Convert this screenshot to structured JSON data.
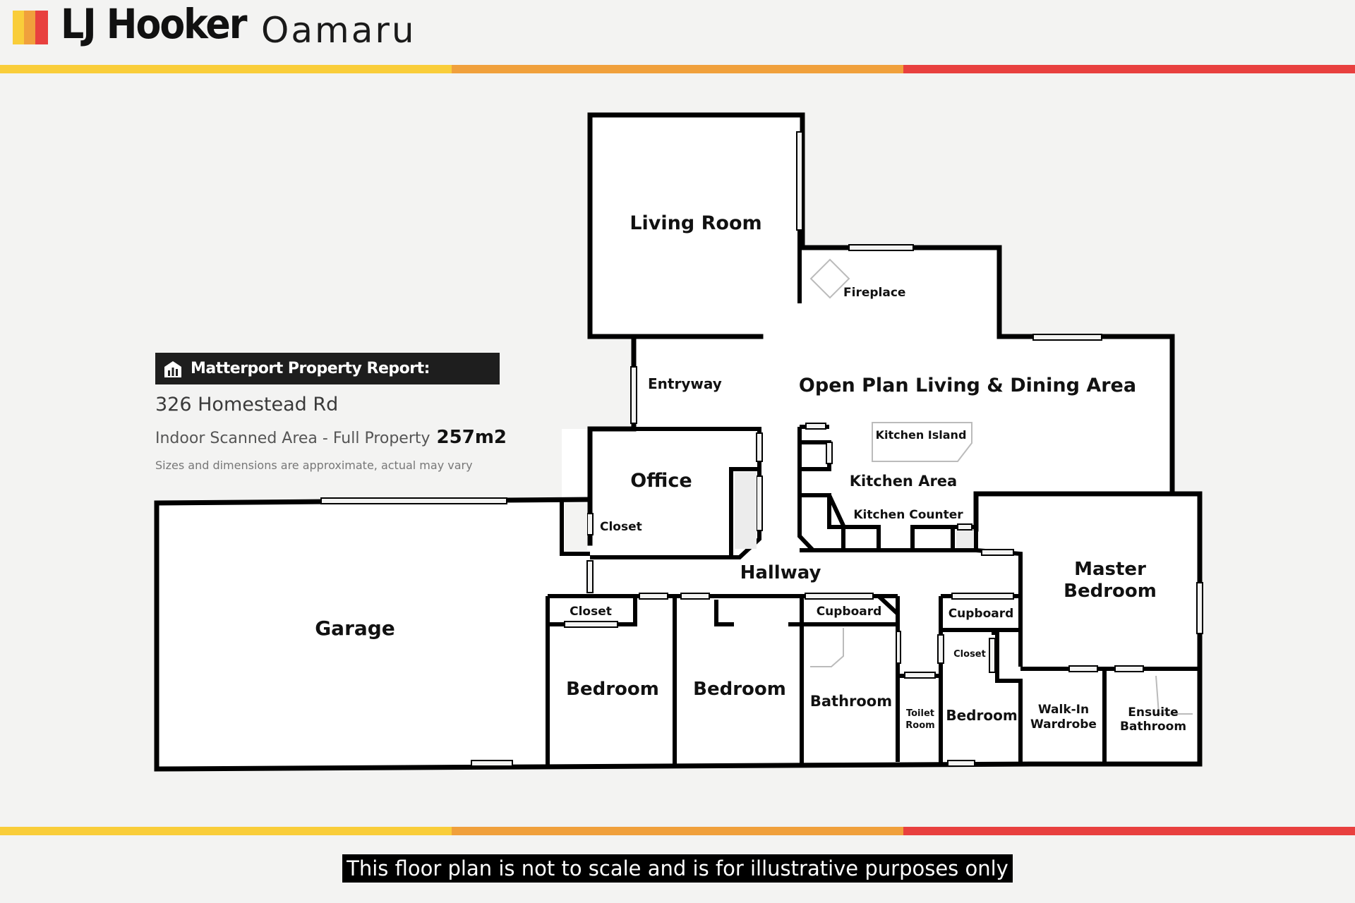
{
  "header": {
    "brand": "LJ Hooker",
    "office": "Oamaru",
    "colors": {
      "yellow": "#f9cd3a",
      "orange": "#f0a03c",
      "red": "#e8403f"
    }
  },
  "report": {
    "title": "Matterport Property Report:",
    "title_icon": "building-chart-icon",
    "address": "326 Homestead Rd",
    "area_label": "Indoor Scanned Area - Full Property",
    "area_value": "257m2",
    "note": "Sizes and dimensions are approximate, actual may vary"
  },
  "rooms": {
    "living_room": "Living Room",
    "fireplace": "Fireplace",
    "open_plan": "Open Plan Living & Dining Area",
    "entryway": "Entryway",
    "kitchen_island": "Kitchen Island",
    "kitchen_area": "Kitchen Area",
    "kitchen_counter": "Kitchen Counter",
    "office": "Office",
    "office_closet": "Closet",
    "hallway": "Hallway",
    "garage": "Garage",
    "master_bedroom_1": "Master",
    "master_bedroom_2": "Bedroom",
    "bed1_closet": "Closet",
    "bedroom_1": "Bedroom",
    "bedroom_2": "Bedroom",
    "cupboard_1": "Cupboard",
    "bathroom": "Bathroom",
    "toilet_1": "Toilet",
    "toilet_2": "Room",
    "cupboard_2": "Cupboard",
    "bed3_closet": "Closet",
    "bedroom_3": "Bedroom",
    "walkin_1": "Walk-In",
    "walkin_2": "Wardrobe",
    "ensuite_1": "Ensuite",
    "ensuite_2": "Bathroom"
  },
  "footer": {
    "disclaimer": "This floor plan is not to scale and is for illustrative purposes only"
  }
}
